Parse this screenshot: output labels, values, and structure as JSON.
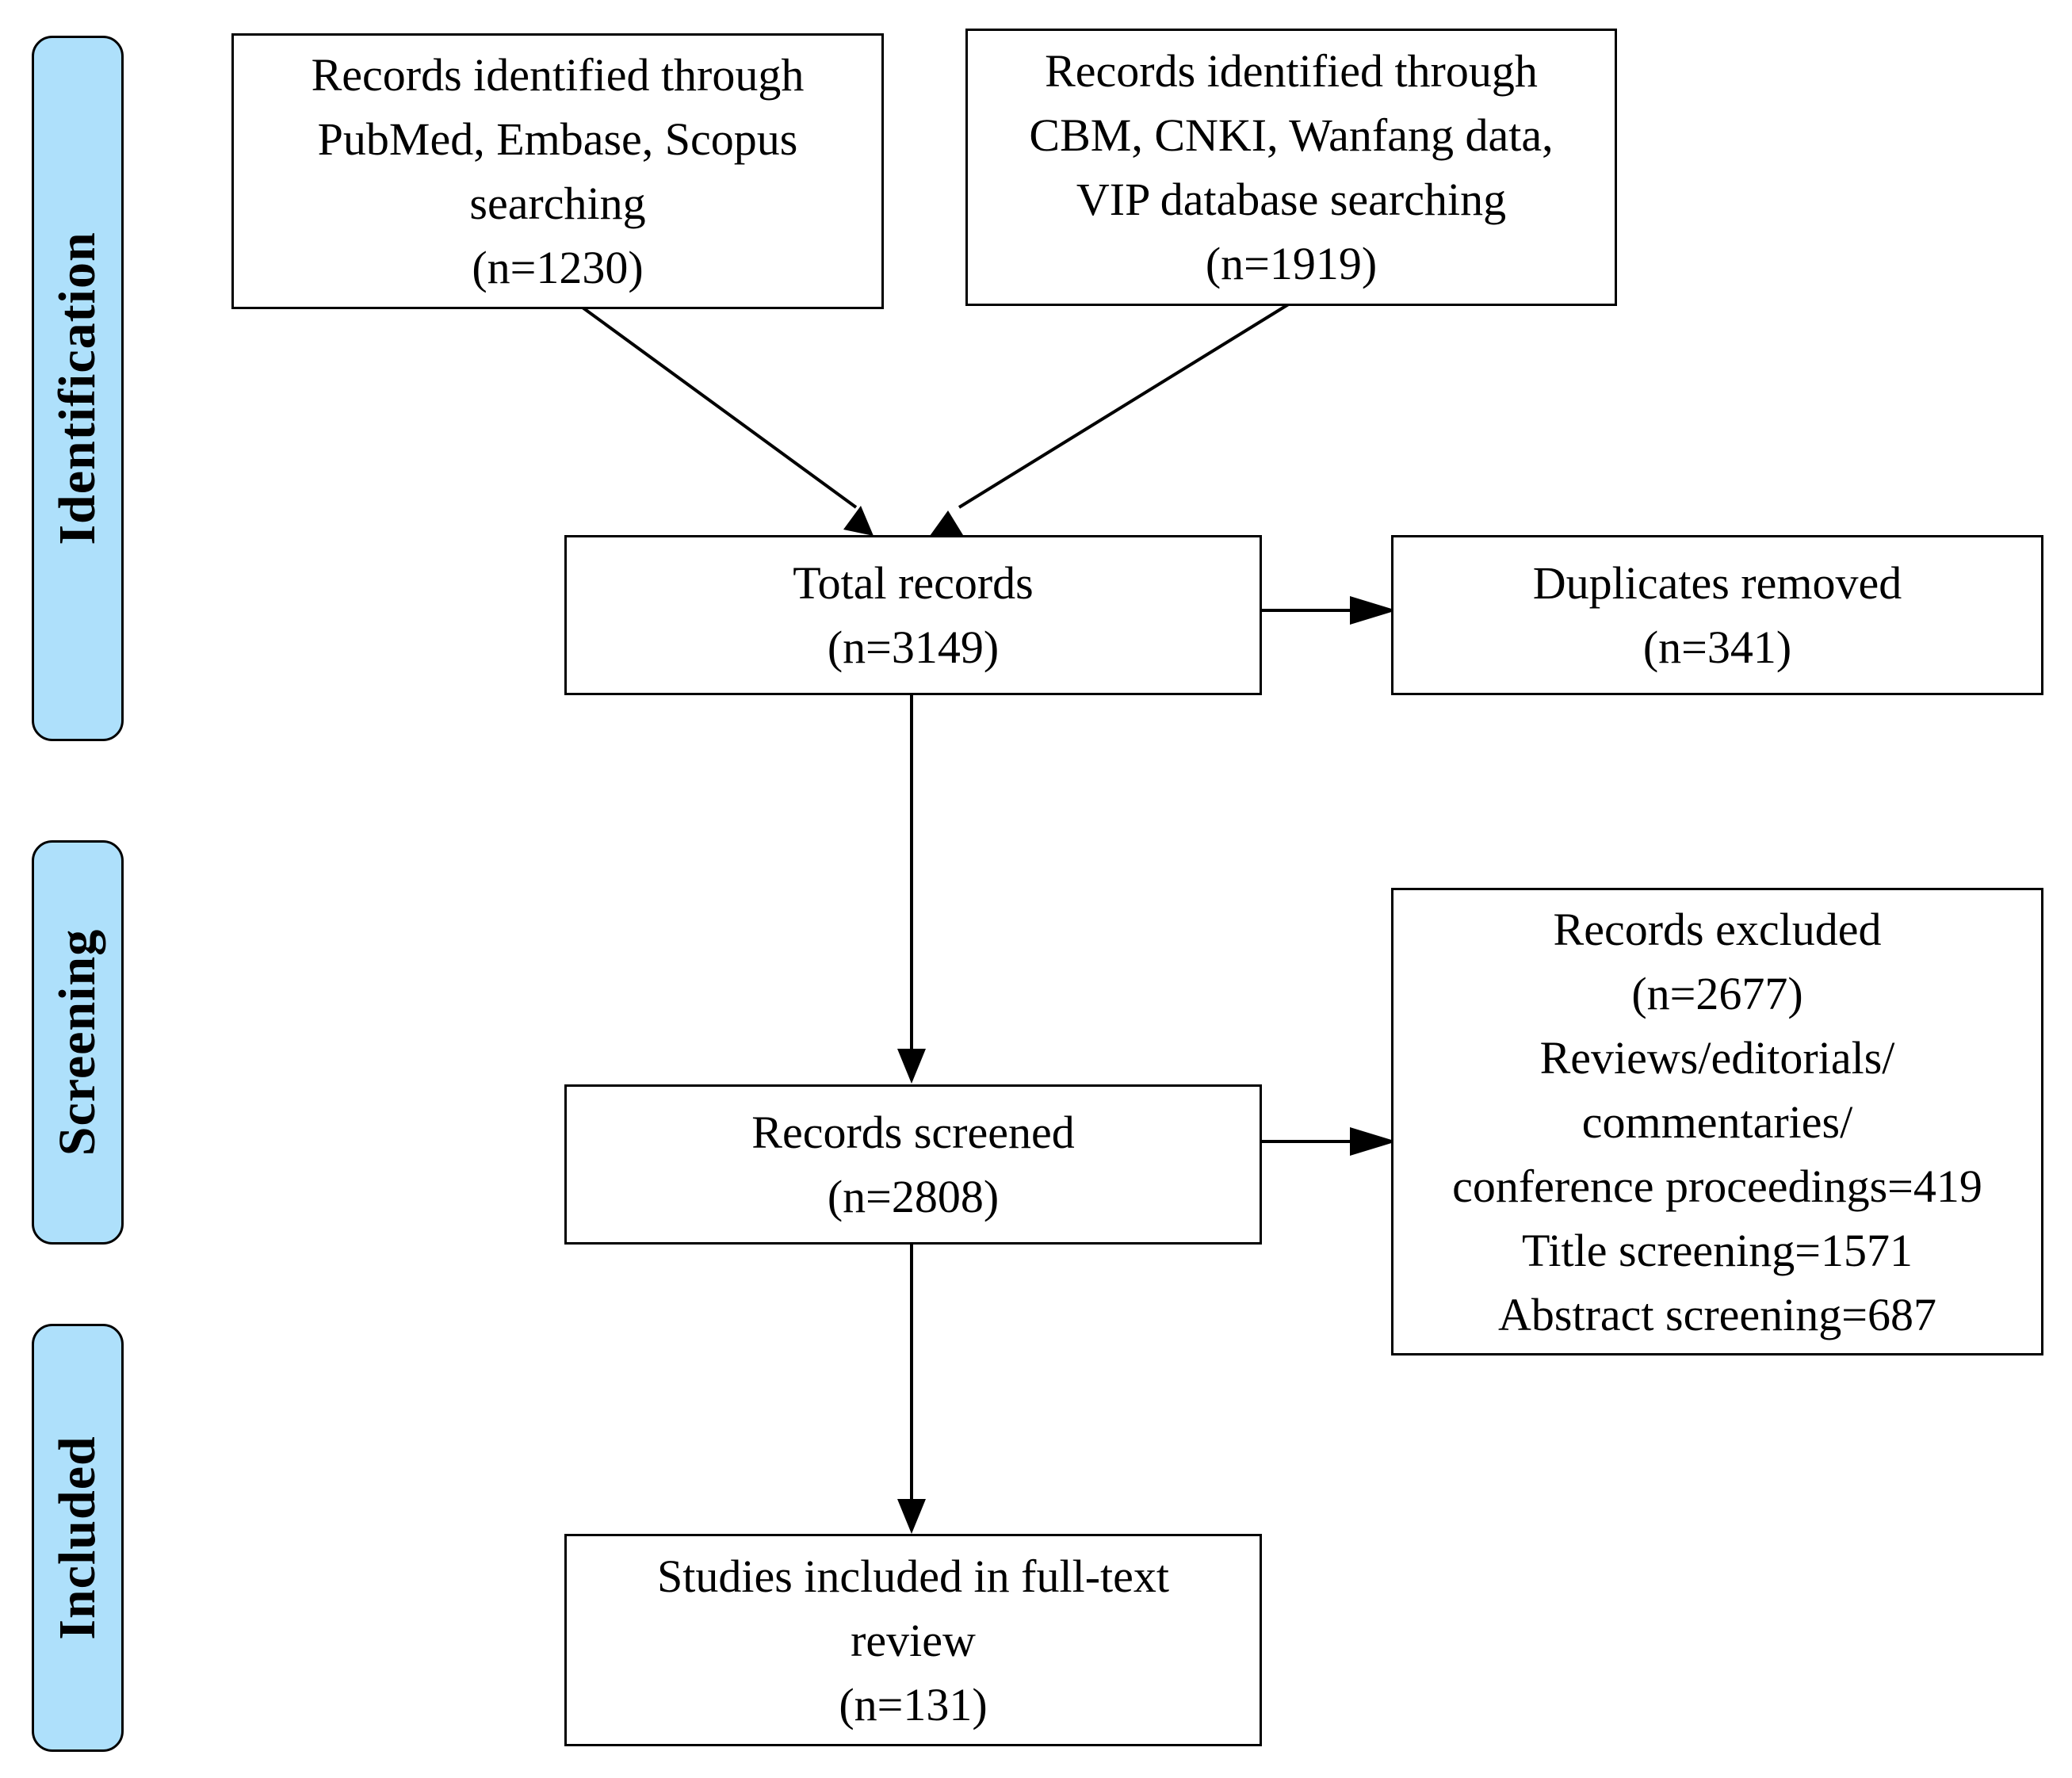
{
  "colors": {
    "stage_fill": "#aee0fb",
    "stroke": "#000000",
    "box_fill": "#ffffff"
  },
  "stages": {
    "identification": "Identification",
    "screening": "Screening",
    "included": "Included"
  },
  "nodes": {
    "pubmed": {
      "lines": [
        "Records identified through",
        "PubMed, Embase, Scopus",
        "searching",
        "(n=1230)"
      ]
    },
    "cbm": {
      "lines": [
        "Records identified through",
        "CBM, CNKI, Wanfang data,",
        "VIP database searching",
        "(n=1919)"
      ]
    },
    "total": {
      "lines": [
        "Total records",
        "(n=3149)"
      ]
    },
    "duplicates": {
      "lines": [
        "Duplicates removed",
        "(n=341)"
      ]
    },
    "screened": {
      "lines": [
        "Records screened",
        "(n=2808)"
      ]
    },
    "excluded": {
      "lines": [
        "Records excluded",
        "(n=2677)",
        "Reviews/editorials/",
        "commentaries/",
        "conference proceedings=419",
        "Title screening=1571",
        "Abstract screening=687"
      ]
    },
    "included": {
      "lines": [
        "Studies included in full-text",
        "review",
        "(n=131)"
      ]
    }
  },
  "edges": [
    {
      "from": "pubmed",
      "to": "total"
    },
    {
      "from": "cbm",
      "to": "total"
    },
    {
      "from": "total",
      "to": "duplicates"
    },
    {
      "from": "total",
      "to": "screened"
    },
    {
      "from": "screened",
      "to": "excluded"
    },
    {
      "from": "screened",
      "to": "included"
    }
  ]
}
